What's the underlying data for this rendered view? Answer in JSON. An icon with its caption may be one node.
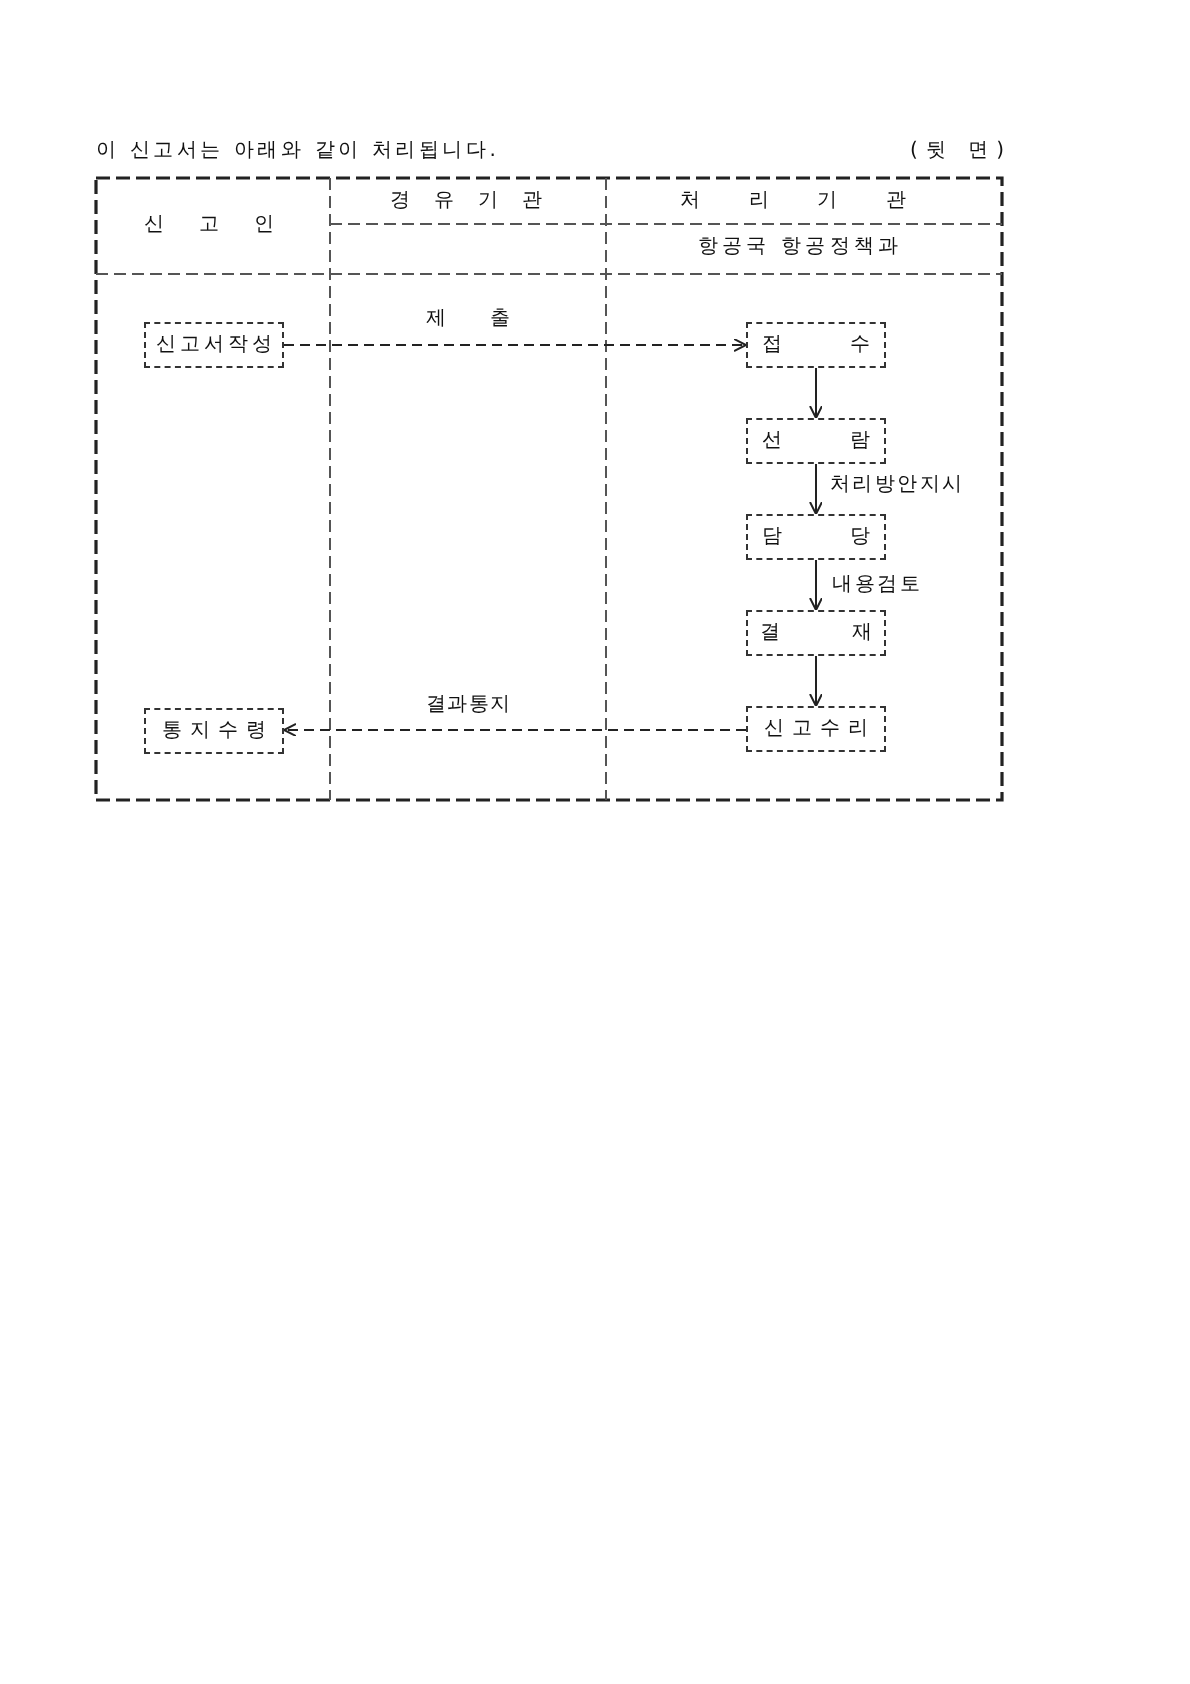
{
  "diagram": {
    "title": "이 신고서는 아래와 같이 처리됩니다.",
    "nodes": [
      {
        "text": [
          "신고서작성"
        ]
      },
      {
        "text": [
          "접 수"
        ]
      },
      {
        "text": [
          "선 람"
        ]
      },
      {
        "text": [
          "담 당"
        ]
      },
      {
        "text": [
          "결 재"
        ]
      },
      {
        "text": [
          "신고수리"
        ]
      },
      {
        "text": [
          "통지수령"
        ]
      }
    ],
    "edges": [
      {
        "from": 0,
        "to": 1,
        "arrow": "to",
        "label": "제 출",
        "style": "dashed"
      },
      {
        "from": 1,
        "to": 2,
        "arrow": "to"
      },
      {
        "from": 2,
        "to": 3,
        "arrow": "to",
        "label": "처리방안지시"
      },
      {
        "from": 3,
        "to": 4,
        "arrow": "to",
        "label": "내용검토"
      },
      {
        "from": 4,
        "to": 5,
        "arrow": "to"
      },
      {
        "from": 5,
        "to": 6,
        "arrow": "to",
        "label": "결과통지",
        "style": "dashed"
      }
    ],
    "labels": [
      "(뒷 면)",
      "신 고 인",
      "경 유 기 관",
      "처 리 기 관",
      "항공국 항공정책과"
    ]
  }
}
